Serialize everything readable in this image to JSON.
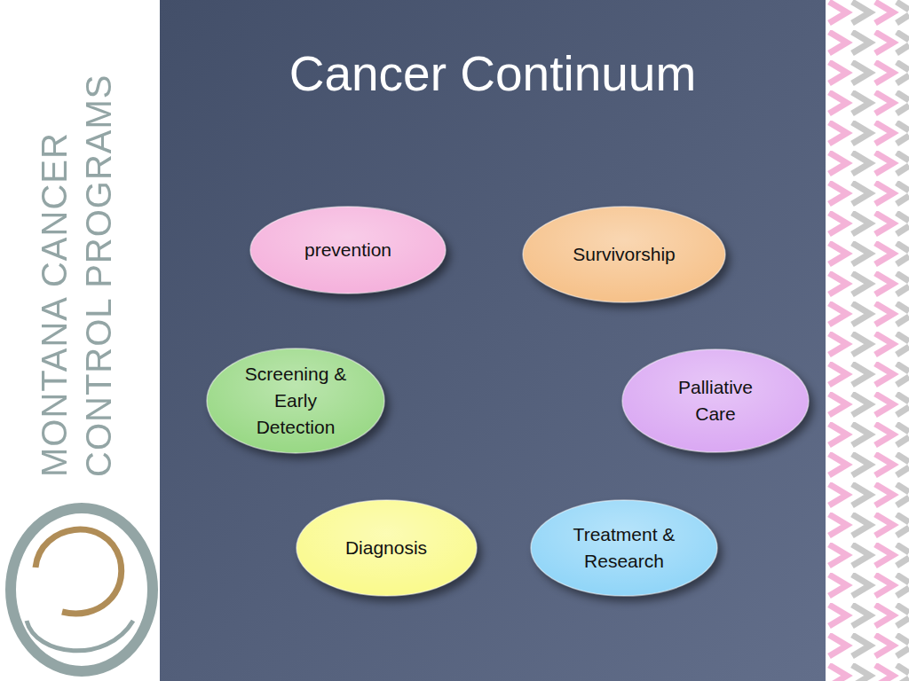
{
  "diagram": {
    "title": "Cancer Continuum",
    "nodes": [
      {
        "text": [
          "prevention"
        ]
      },
      {
        "text": [
          "Survivorship"
        ]
      },
      {
        "text": [
          "Screening & Early Detection"
        ]
      },
      {
        "text": [
          "Palliative Care"
        ]
      },
      {
        "text": [
          "Diagnosis"
        ]
      },
      {
        "text": [
          "Treatment & Research"
        ]
      }
    ],
    "labels": [
      "MONTANA CANCER CONTROL PROGRAMS"
    ]
  }
}
